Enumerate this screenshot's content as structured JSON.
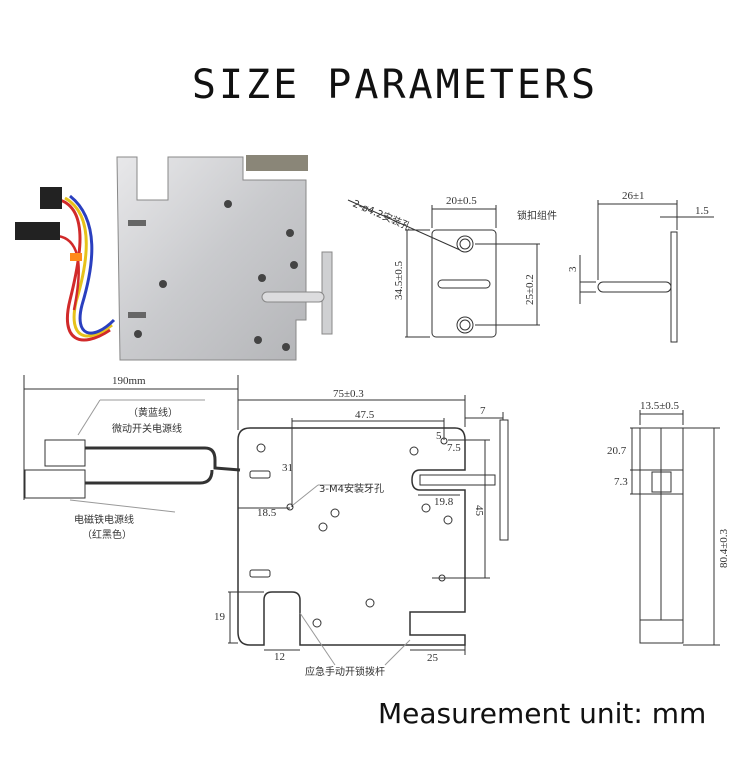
{
  "title": "SIZE PARAMETERS",
  "footer": "Measurement unit: mm",
  "photo": {
    "label": "lock-photo"
  },
  "strike_plate": {
    "hole_label": "2-ø4.2安装孔",
    "width": "20±0.5",
    "height": "34.5±0.5",
    "hole_spacing": "25±0.2",
    "component_label": "锁扣组件"
  },
  "strike_side": {
    "length": "26±1",
    "thickness": "1.5",
    "pin_dia": "3"
  },
  "front_view": {
    "cable_length": "190mm",
    "switch_wire_color": "（黄蓝线）",
    "switch_wire_label": "微动开关电源线",
    "magnet_wire_label": "电磁铁电源线",
    "magnet_wire_color": "（红黑色）",
    "width": "75±0.3",
    "hole_span": "47.5",
    "bolt_offset": "7",
    "hole_top_x": "5",
    "hole_top_y": "7.5",
    "hole_y": "31",
    "mount_hole_label": "3-M4安装牙孔",
    "hole_left_x": "18.5",
    "bolt_notch": "19.8",
    "bolt_height": "45",
    "lever_height": "19",
    "lever_width": "12",
    "lever_offset": "25",
    "lever_label": "应急手动开锁拨杆"
  },
  "side_view": {
    "depth": "13.5±0.5",
    "top_to_window": "20.7",
    "window_height": "7.3",
    "height": "80.4±0.3"
  }
}
